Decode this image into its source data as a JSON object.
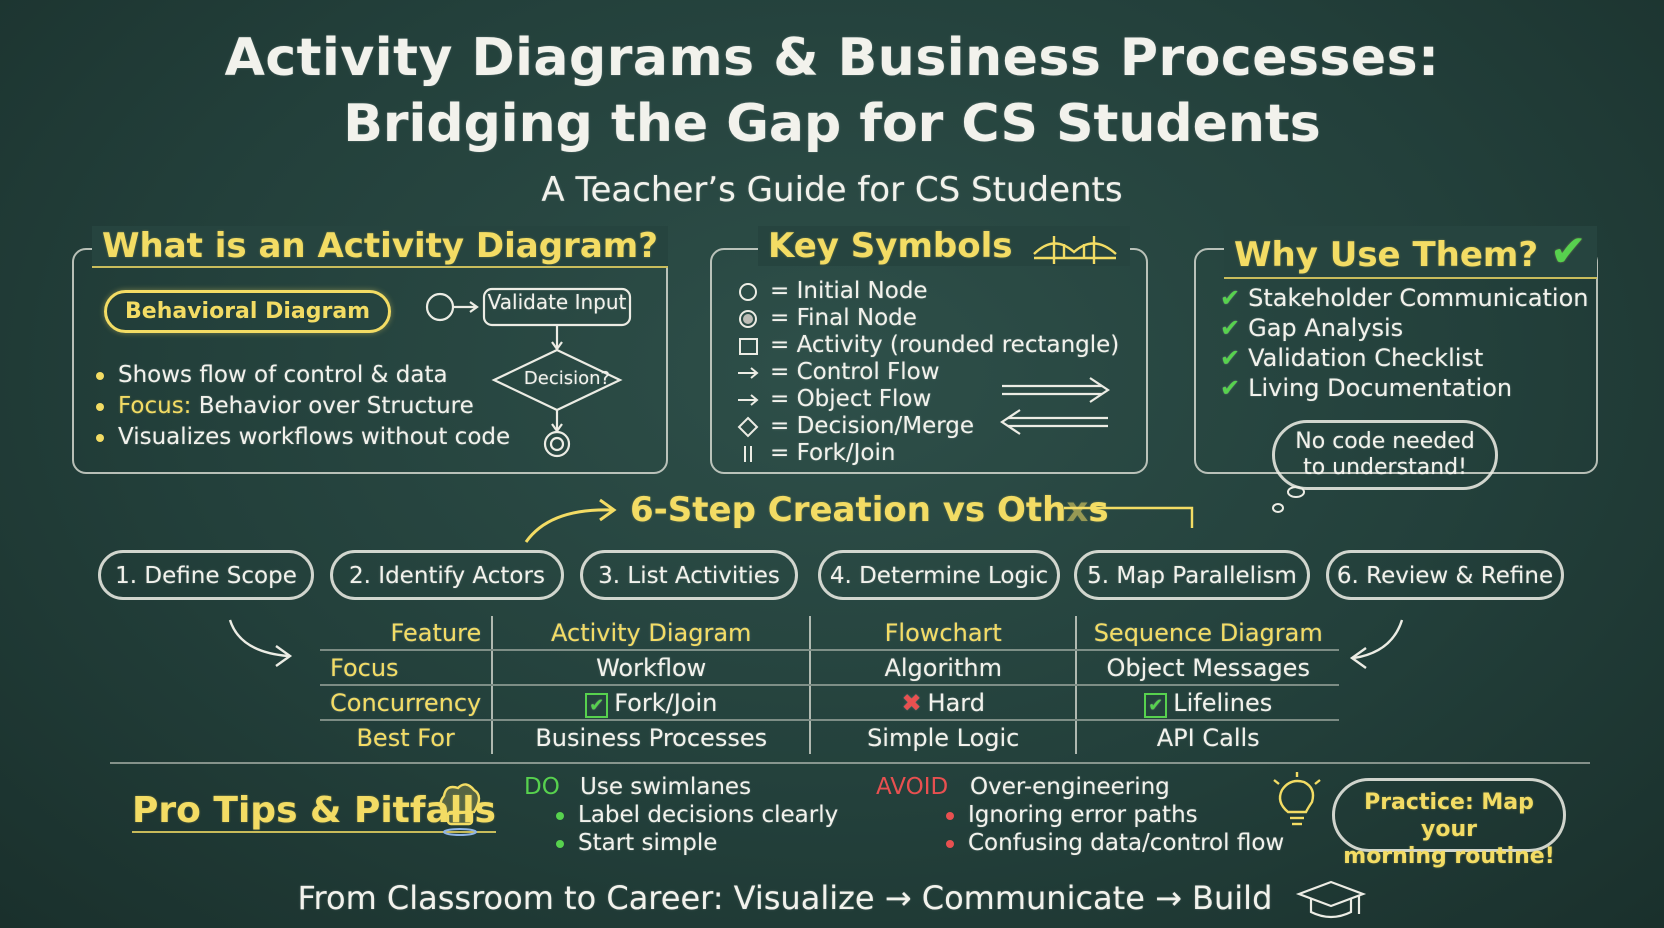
{
  "title": {
    "line1": "Activity Diagrams & Business Processes:",
    "line2": "Bridging the Gap for CS Students",
    "subtitle": "A Teacher’s Guide for CS Students"
  },
  "what": {
    "title": "What is an Activity Diagram?",
    "badge": "Behavioral Diagram",
    "mini_activity": "Validate Input",
    "mini_decision": "Decision?",
    "bullets": [
      {
        "bold": "",
        "text": "Shows flow of control & data"
      },
      {
        "bold": "Focus:",
        "text": " Behavior over Structure"
      },
      {
        "bold": "",
        "text": "Visualizes workflows without code"
      }
    ]
  },
  "symbols": {
    "title": "Key Symbols",
    "items": [
      {
        "icon": "initial-node-icon",
        "text": "= Initial Node"
      },
      {
        "icon": "final-node-icon",
        "text": "= Final Node"
      },
      {
        "icon": "activity-icon",
        "text": "= Activity (rounded rectangle)"
      },
      {
        "icon": "control-flow-icon",
        "text": "= Control Flow"
      },
      {
        "icon": "object-flow-icon",
        "text": "= Object Flow"
      },
      {
        "icon": "decision-merge-icon",
        "text": "= Decision/Merge"
      },
      {
        "icon": "fork-join-icon",
        "text": "= Fork/Join"
      }
    ]
  },
  "why": {
    "title": "Why Use Them?",
    "items": [
      "Stakeholder Communication",
      "Gap Analysis",
      "Validation Checklist",
      "Living Documentation"
    ],
    "cloud_line1": "No code needed",
    "cloud_line2": "to understand!"
  },
  "steps": {
    "title": "6-Step Creation vs Oth",
    "title_tail": "s",
    "items": [
      "1. Define Scope",
      "2. Identify Actors",
      "3. List Activities",
      "4. Determine Logic",
      "5. Map Parallelism",
      "6. Review & Refine"
    ]
  },
  "table": {
    "headers": [
      "Feature",
      "Activity Diagram",
      "Flowchart",
      "Sequence Diagram"
    ],
    "rows": [
      {
        "label": "Focus",
        "cells": [
          "Workflow",
          "Algorithm",
          "Object Messages"
        ]
      },
      {
        "label": "Concurrency",
        "cells": [
          "Fork/Join",
          "Hard",
          "Lifelines"
        ]
      },
      {
        "label": "Best For",
        "cells": [
          "Business Processes",
          "Simple Logic",
          "API Calls"
        ]
      }
    ]
  },
  "tips": {
    "title": "Pro Tips & Pitfalls",
    "do_label": "DO",
    "do_first": "Use swimlanes",
    "do_bullets": [
      "Label decisions clearly",
      "Start simple"
    ],
    "avoid_label": "AVOID",
    "avoid_first": "Over-engineering",
    "avoid_bullets": [
      "Ignoring error paths",
      "Confusing data/control flow"
    ],
    "practice_line1": "Practice: Map your",
    "practice_line2": "morning routine!"
  },
  "footer": "From Classroom to Career: Visualize → Communicate → Build",
  "colors": {
    "board": "#23403b",
    "chalk": "#f2f2ec",
    "accent_yellow": "#f3dc64",
    "check_green": "#57d14e",
    "cross_red": "#e85050"
  }
}
